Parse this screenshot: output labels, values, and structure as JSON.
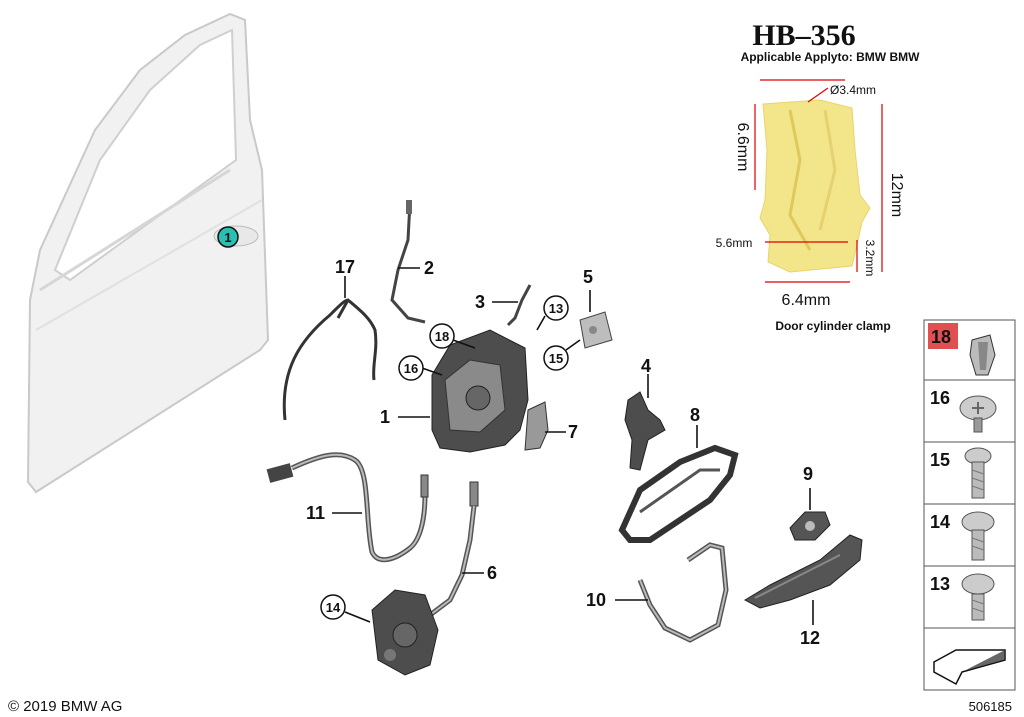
{
  "clip_callout": {
    "code": "HB–356",
    "applicable": "Applicable Applyto: BMW BMW",
    "dims": {
      "top": "Ø3.4mm",
      "left_height": "6.6mm",
      "right_height": "12mm",
      "mid_width": "5.6mm",
      "lower_height": "3.2mm",
      "bottom_width": "6.4mm"
    },
    "caption": "Door cylinder clamp"
  },
  "callouts": {
    "door": "1",
    "n1": "1",
    "n2": "2",
    "n3": "3",
    "n4": "4",
    "n5": "5",
    "n6": "6",
    "n7": "7",
    "n8": "8",
    "n9": "9",
    "n10": "10",
    "n11": "11",
    "n12": "12",
    "n17": "17",
    "c13": "13",
    "c14": "14",
    "c15": "15",
    "c16": "16",
    "c18": "18"
  },
  "side_panel": [
    "18",
    "16",
    "15",
    "14",
    "13"
  ],
  "footer": {
    "copyright": "© 2019 BMW AG",
    "diagram_number": "506185"
  },
  "colors": {
    "highlight_circle": "#2bbfb3",
    "highlight_box": "#e05050",
    "clip_yellow": "#f3e58a",
    "dimension_red": "#dd0000"
  }
}
